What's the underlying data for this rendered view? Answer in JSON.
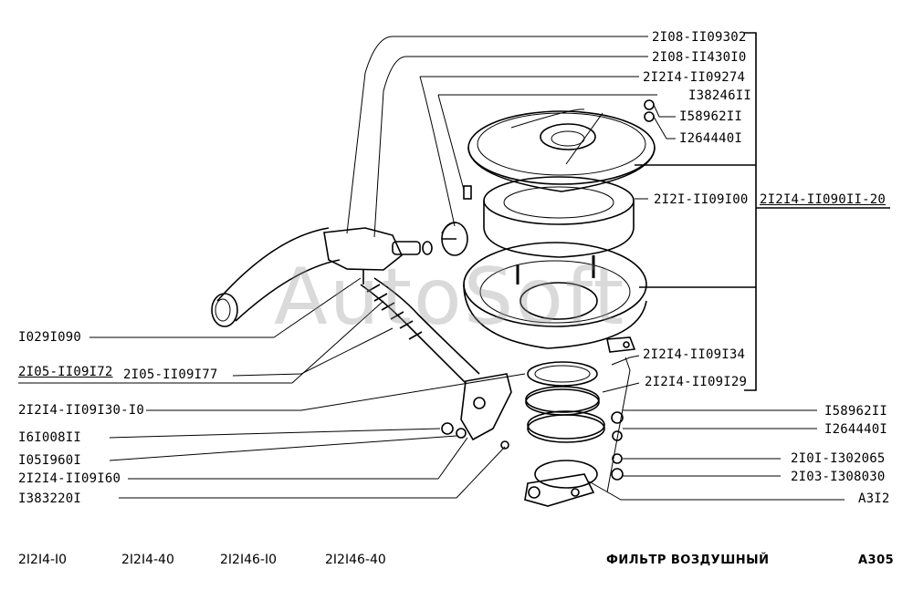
{
  "watermark": "AutoSoft",
  "right_labels": [
    "2I08-II09302",
    "2I08-II430I0",
    "2I2I4-II09274",
    "I38246II",
    "I58962II",
    "I264440I",
    "2I2I-II09I00",
    "2I2I4-II09I34",
    "2I2I4-II09I29",
    "I58962II",
    "I264440I",
    "2I0I-I302065",
    "2I03-I308030",
    "A3I2"
  ],
  "assembly_label": "2I2I4-II090II-20",
  "left_labels": [
    "I029I090",
    "2I05-II09I72",
    "2I05-II09I77",
    "2I2I4-II09I30-I0",
    "I6I008II",
    "I05I960I",
    "2I2I4-II09I60",
    "I383220I"
  ],
  "footer": {
    "models": [
      "2I2I4-I0",
      "2I2I4-40",
      "2I2I46-I0",
      "2I2I46-40"
    ],
    "title": "ФИЛЬТР ВОЗДУШНЫЙ",
    "page": "A305"
  }
}
